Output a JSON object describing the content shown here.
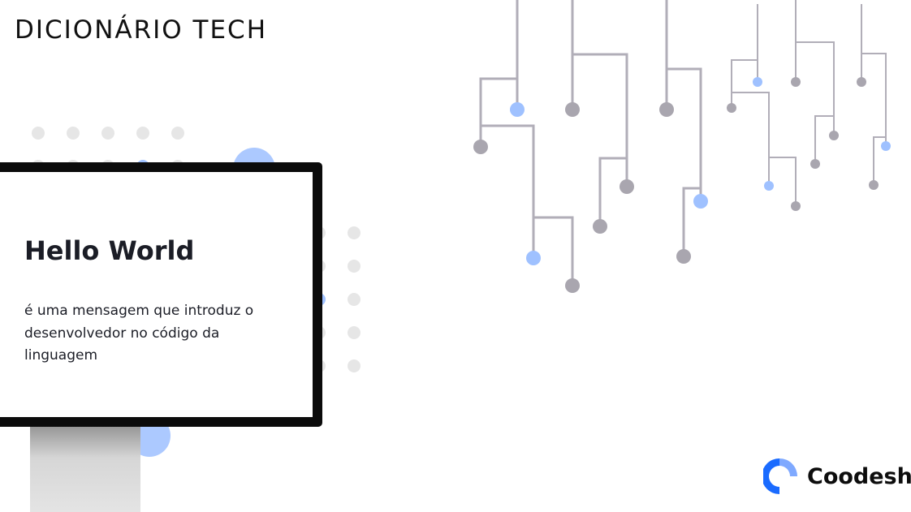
{
  "header": {
    "title": "DICIONÁRIO TECH"
  },
  "screen": {
    "heading": "Hello World",
    "description": "é uma mensagem que introduz o desenvolvedor no código da linguagem"
  },
  "brand": {
    "name": "Coodesh",
    "color": "#1a6bff"
  },
  "colors": {
    "line": "#b1aeb8",
    "dot_gray": "#a9a6af",
    "dot_blue": "#9fc1ff",
    "grid_dot": "#e6e6e6"
  }
}
